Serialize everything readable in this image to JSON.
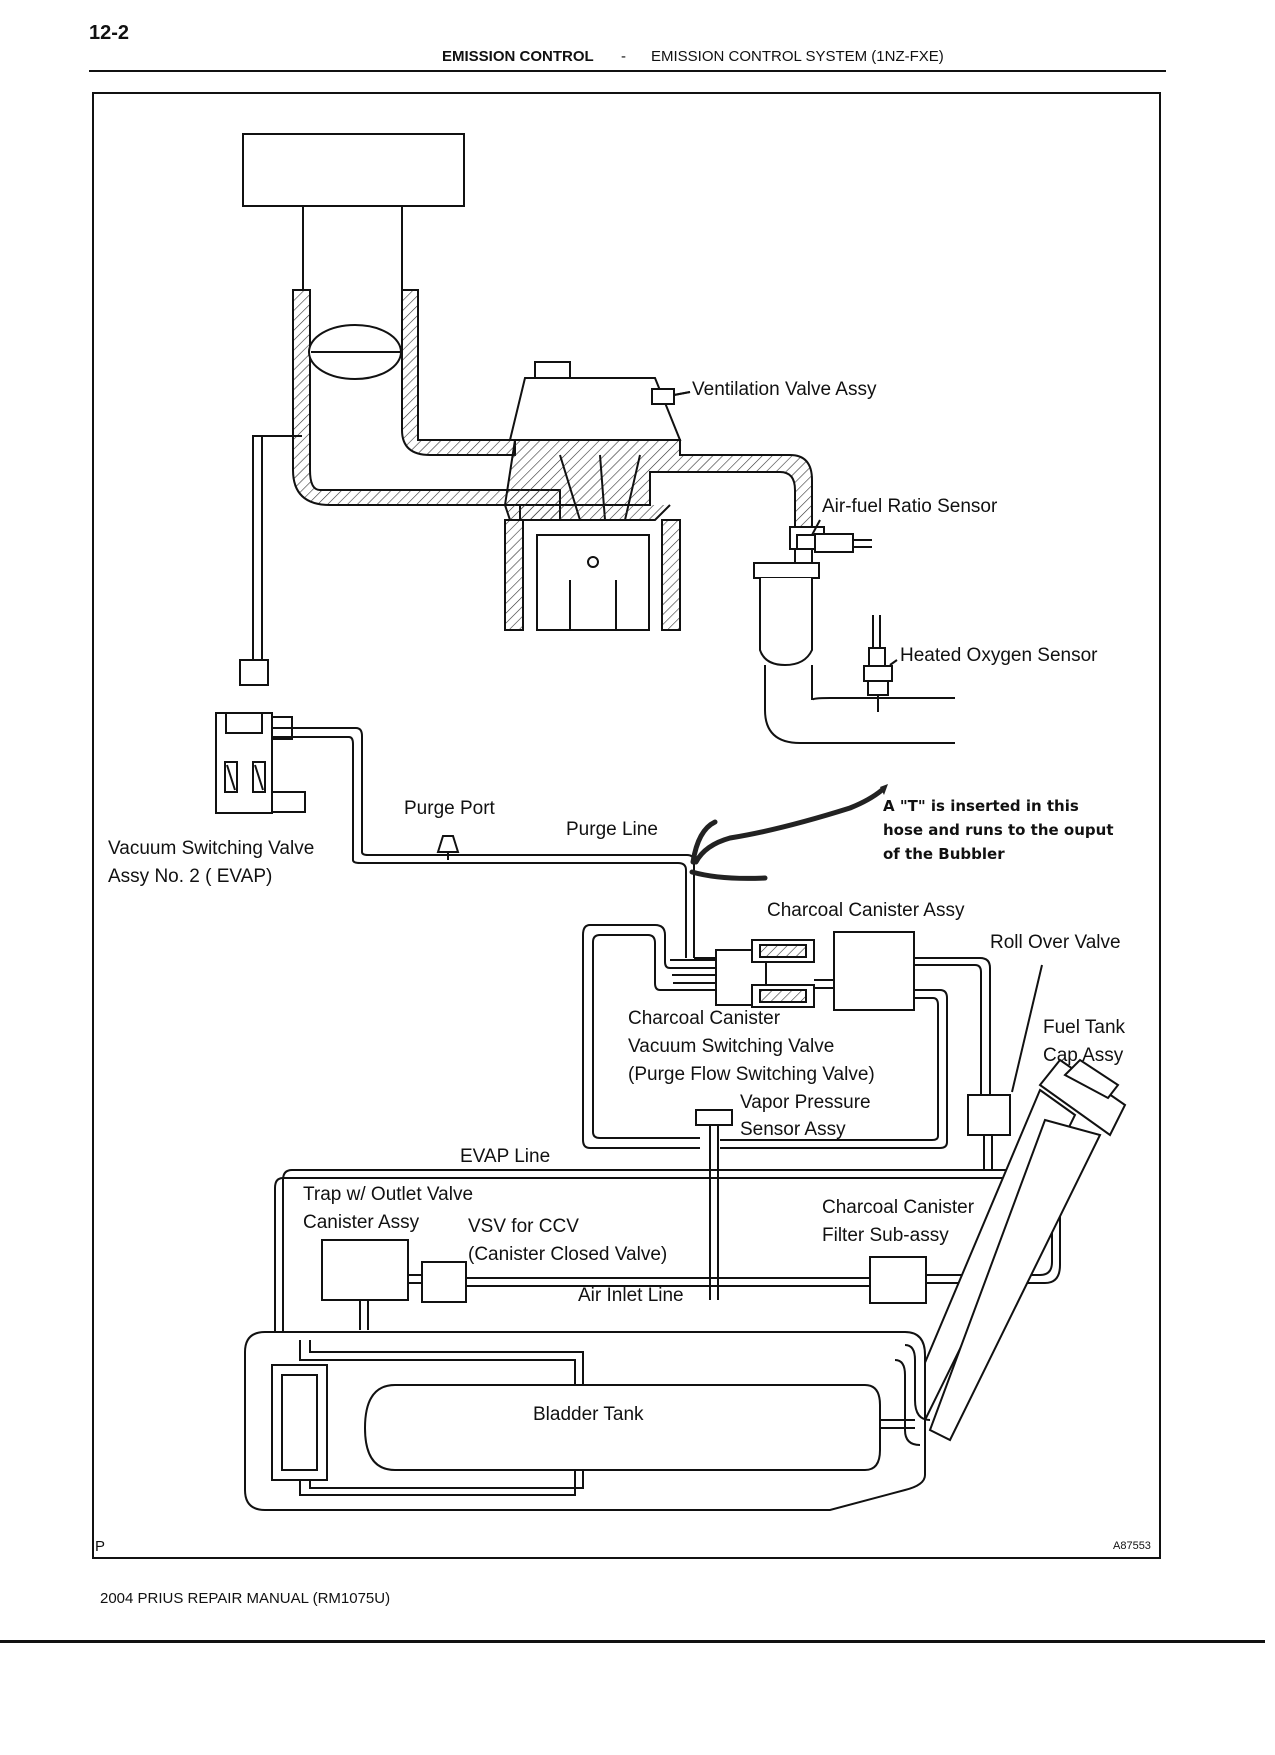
{
  "header": {
    "page_number": "12-2",
    "section": "EMISSION CONTROL",
    "separator": "-",
    "system": "EMISSION CONTROL SYSTEM (1NZ-FXE)"
  },
  "labels": {
    "ventilation_valve": "Ventilation Valve Assy",
    "af_sensor": "Air-fuel Ratio Sensor",
    "o2_sensor": "Heated Oxygen Sensor",
    "vsv2_line1": "Vacuum Switching Valve",
    "vsv2_line2": "Assy No. 2 ( EVAP)",
    "purge_port": "Purge Port",
    "purge_line": "Purge Line",
    "charcoal_canister": "Charcoal Canister Assy",
    "rollover_valve": "Roll Over Valve",
    "fuel_cap_line1": "Fuel Tank",
    "fuel_cap_line2": "Cap Assy",
    "ccvsv_line1": "Charcoal Canister",
    "ccvsv_line2": "Vacuum Switching Valve",
    "ccvsv_line3": "(Purge Flow Switching Valve)",
    "vapor_line1": "Vapor Pressure",
    "vapor_line2": "Sensor Assy",
    "evap_line": "EVAP Line",
    "trap_line1": "Trap w/ Outlet Valve",
    "trap_line2": "Canister Assy",
    "vsv_ccv_line1": "VSV for CCV",
    "vsv_ccv_line2": "(Canister Closed Valve)",
    "filter_line1": "Charcoal Canister",
    "filter_line2": "Filter  Sub-assy",
    "air_inlet": "Air Inlet Line",
    "bladder_tank": "Bladder Tank"
  },
  "annotation": {
    "line1": "A \"T\" is inserted in this",
    "line2": "hose and runs to the ouput",
    "line3": "of the Bubbler"
  },
  "corner_mark": "P",
  "figure_code": "A87553",
  "footer": "2004 PRIUS REPAIR MANUAL   (RM1075U)"
}
